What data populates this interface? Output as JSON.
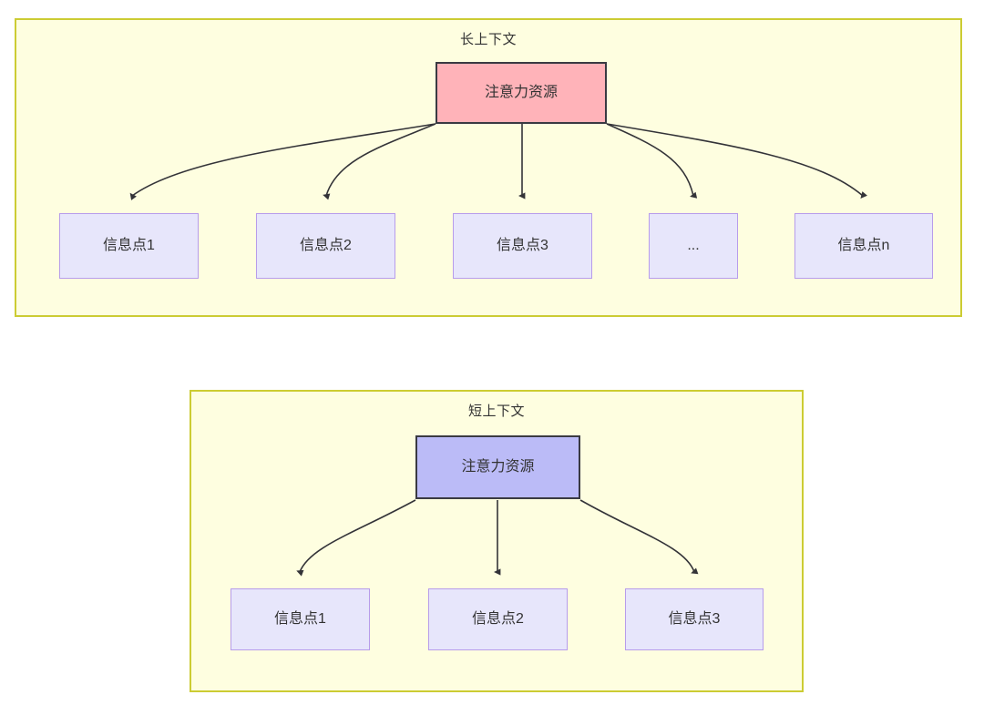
{
  "diagram": {
    "title_hidden": "",
    "colors": {
      "panel_fill": "#FEFEE0",
      "panel_border": "#CCCC33",
      "attention_long_fill": "#FFB3B9",
      "attention_short_fill": "#BBBBF7",
      "leaf_fill": "#E7E6FB",
      "leaf_border": "#B79CEB",
      "node_border_dark": "#3A3A42",
      "edge_stroke": "#333338",
      "text": "#333333"
    }
  },
  "panels": [
    {
      "id": "long-context",
      "title": "长上下文",
      "attention": {
        "label": "注意力资源"
      },
      "leaves": [
        {
          "label": "信息点1"
        },
        {
          "label": "信息点2"
        },
        {
          "label": "信息点3"
        },
        {
          "label": "..."
        },
        {
          "label": "信息点n"
        }
      ]
    },
    {
      "id": "short-context",
      "title": "短上下文",
      "attention": {
        "label": "注意力资源"
      },
      "leaves": [
        {
          "label": "信息点1"
        },
        {
          "label": "信息点2"
        },
        {
          "label": "信息点3"
        }
      ]
    }
  ]
}
